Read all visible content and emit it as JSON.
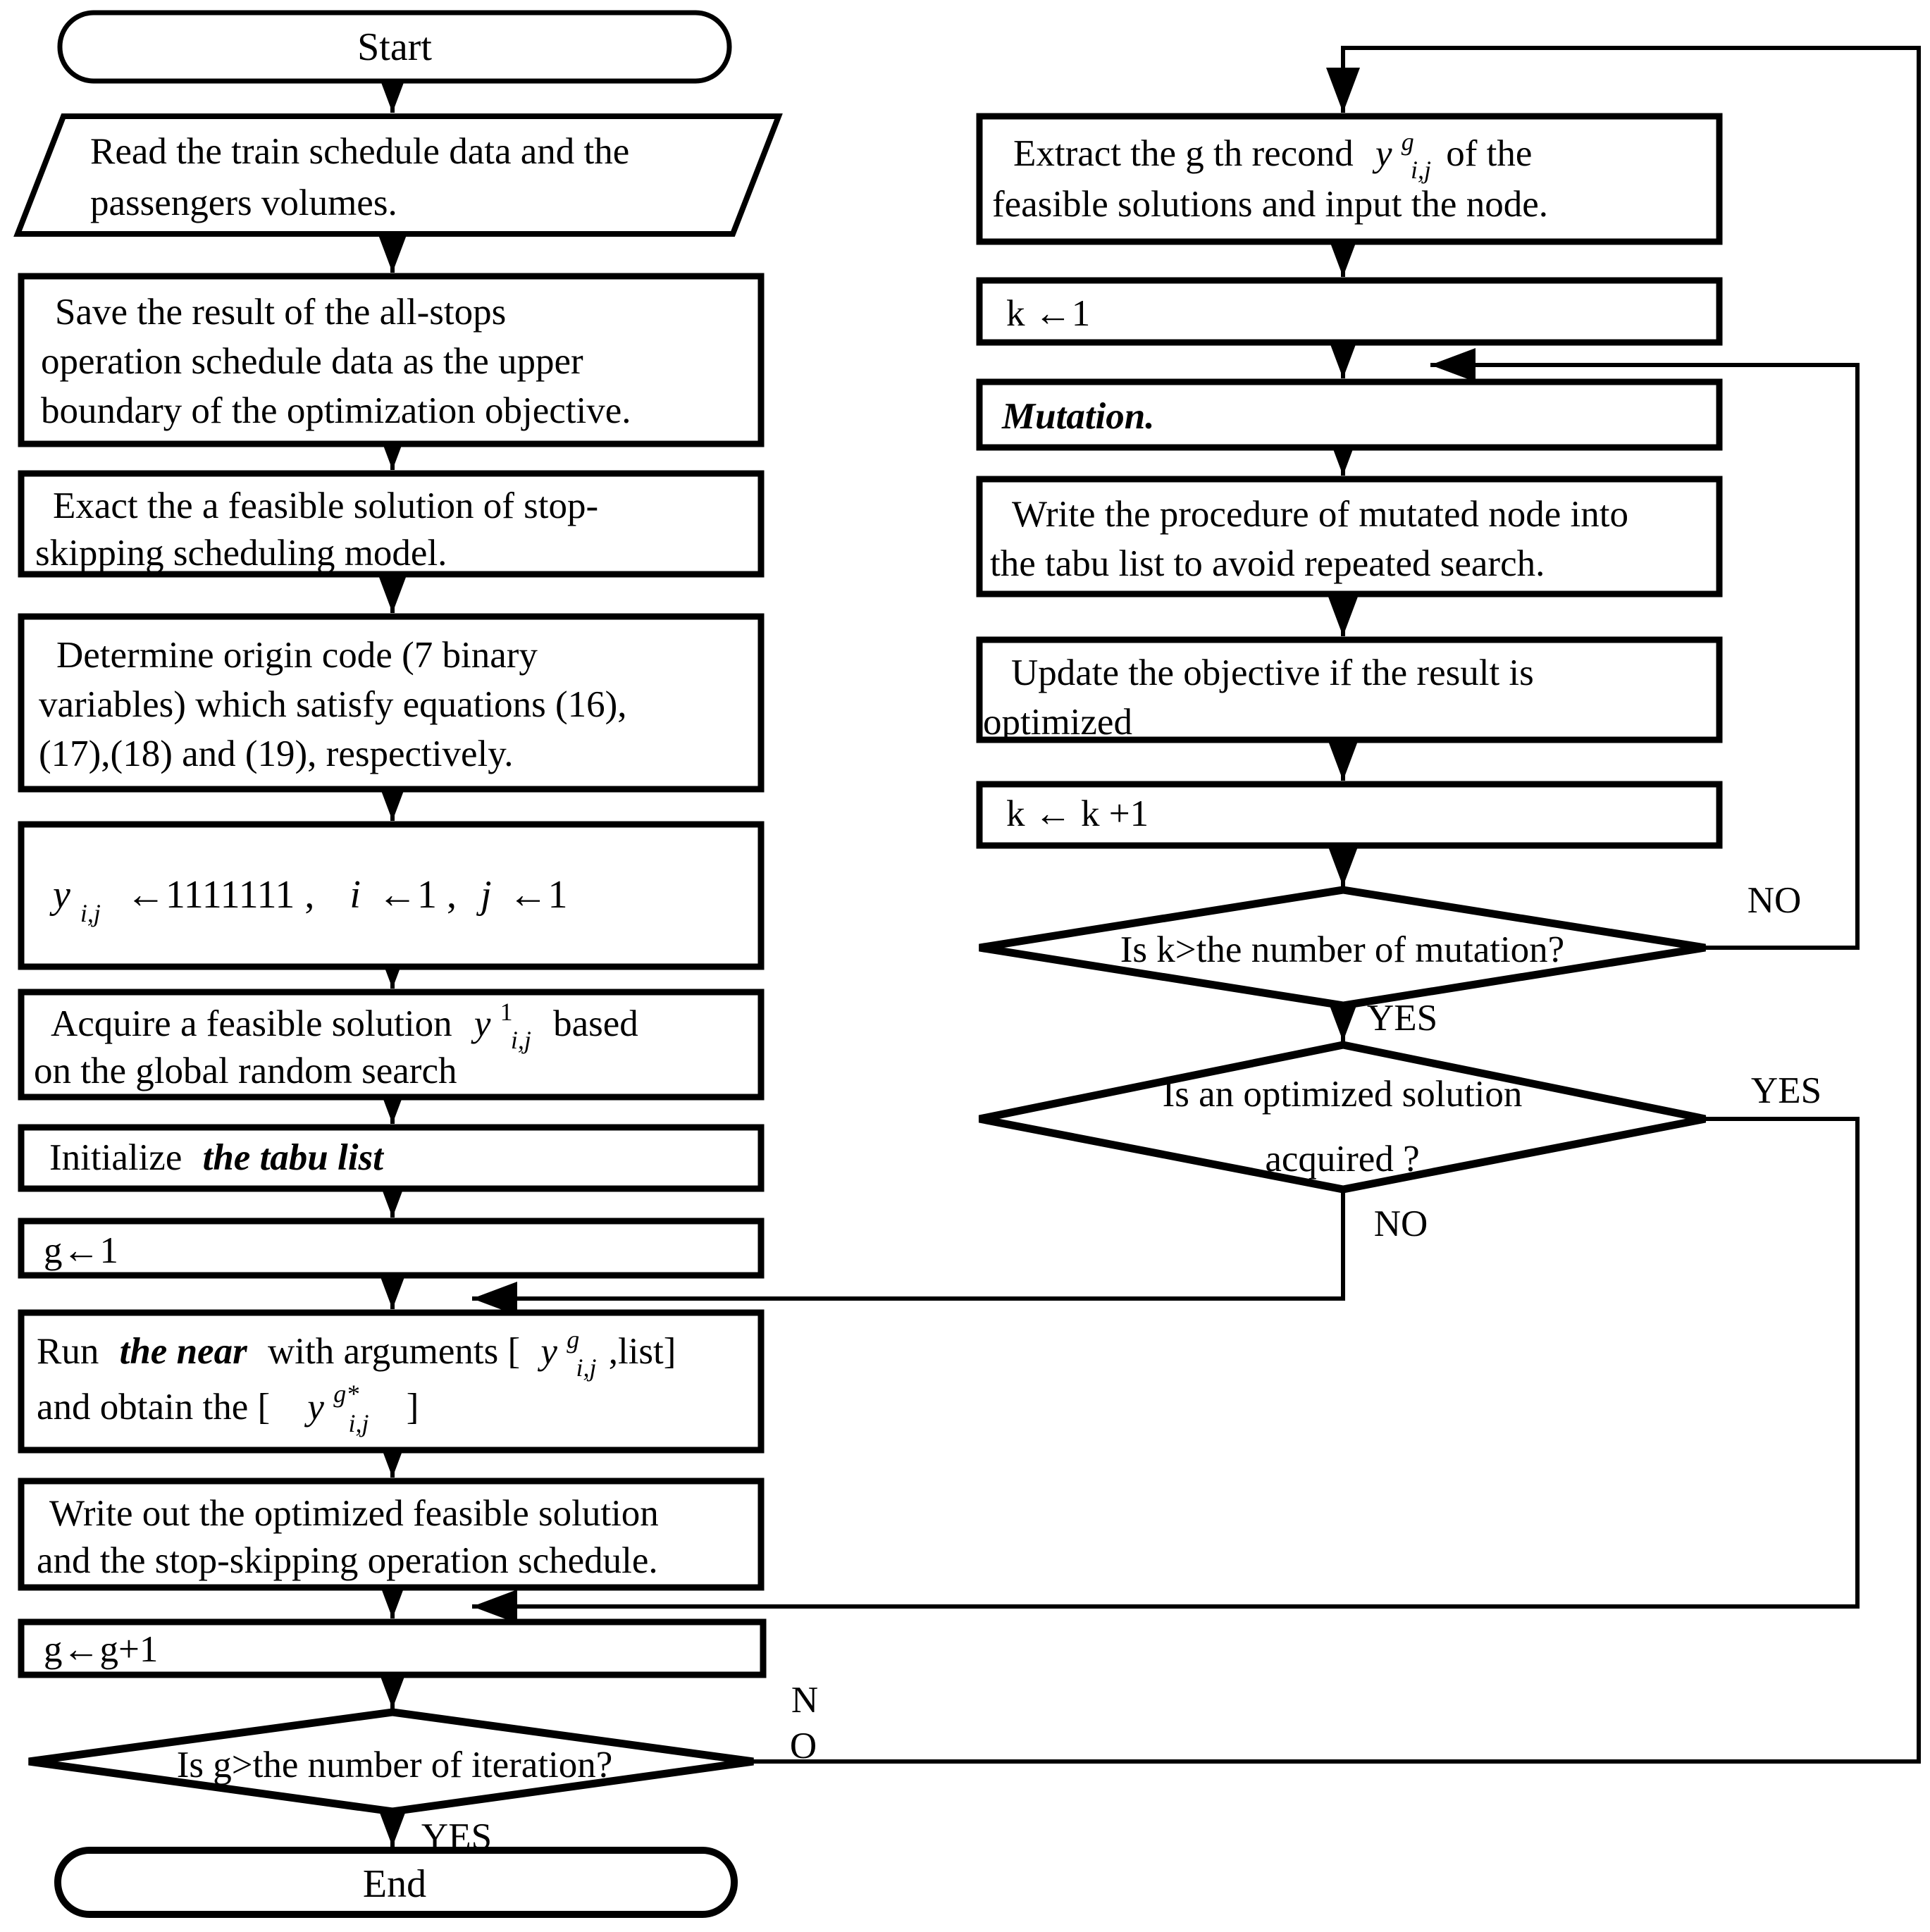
{
  "colors": {
    "ink": "#000000",
    "background": "#ffffff"
  },
  "nodes": {
    "start": {
      "label": "Start"
    },
    "read_data": {
      "lines": [
        "Read the train schedule data and the",
        "passengers volumes."
      ]
    },
    "save_result": {
      "lines": [
        "Save the result of the all-stops",
        "operation schedule data as the upper",
        "boundary of the optimization objective."
      ]
    },
    "exact_solution": {
      "lines": [
        "Exact the  a feasible solution of stop-",
        "skipping scheduling model."
      ]
    },
    "determine_code": {
      "lines": [
        "Determine origin code (7 binary",
        "variables) which satisfy equations (16),",
        "(17),(18) and (19), respectively."
      ]
    },
    "assign_y": {
      "y": "y",
      "y_sub": "i,j",
      "assign": "←1111111 ,",
      "i": "i",
      "i_assign": "←1 ,",
      "j": "j",
      "j_assign": "←1"
    },
    "acquire_solution": {
      "pre": "Acquire a feasible solution",
      "y": "y",
      "y_sup": "1",
      "y_sub": "i,j",
      "post": "based",
      "line2": "on the global random search"
    },
    "initialize_tabu": {
      "pre": "Initialize",
      "emph": "the tabu list"
    },
    "g_init": {
      "label": "g←1"
    },
    "run_near": {
      "pre": "Run",
      "emph": "the near",
      "mid": "with arguments [",
      "y": "y",
      "y_sup": "g",
      "y_sub": "i,j",
      "post": ",list]",
      "line2_pre": "and obtain the [",
      "y2": "y",
      "y2_sup": "g*",
      "y2_sub": "i,j",
      "line2_post": "]"
    },
    "write_out": {
      "lines": [
        "Write out the optimized feasible solution",
        "and the stop-skipping operation schedule."
      ]
    },
    "g_increment": {
      "label": "g←g+1"
    },
    "iteration_check": {
      "label": "Is g>the number of iteration?"
    },
    "end": {
      "label": "End"
    },
    "extract_record": {
      "pre": "Extract the g th recond",
      "y": "y",
      "y_sup": "g",
      "y_sub": "i,j",
      "post": "of the",
      "line2": "feasible solutions and input the node."
    },
    "k_init": {
      "label": "k ←1"
    },
    "mutation": {
      "label": "Mutation."
    },
    "write_tabu": {
      "lines": [
        "Write the procedure of mutated node into",
        "the tabu list to avoid repeated search."
      ]
    },
    "update_objective": {
      "lines": [
        "Update the objective if the result is",
        "optimized"
      ]
    },
    "k_increment": {
      "label": "k ← k +1"
    },
    "mutation_check": {
      "label": "Is k>the number of mutation?"
    },
    "acquired_check": {
      "lines": [
        "Is an  optimized solution",
        "acquired ?"
      ]
    }
  },
  "edge_labels": {
    "mutation_no": "NO",
    "mutation_yes": "YES",
    "acquired_yes": "YES",
    "acquired_no": "NO",
    "iteration_yes": "YES",
    "iteration_no_n": "N",
    "iteration_no_o": "O"
  }
}
